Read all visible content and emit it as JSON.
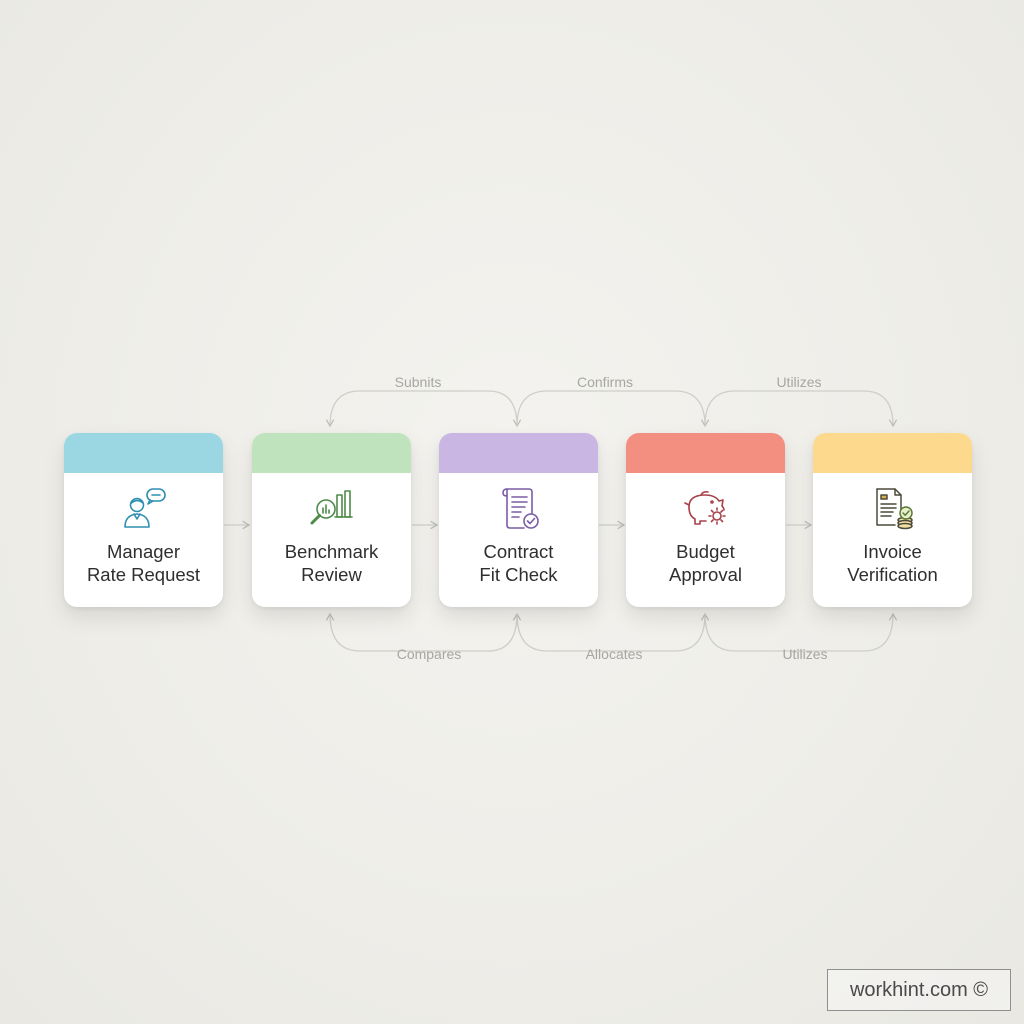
{
  "steps": [
    {
      "title_line1": "Manager",
      "title_line2": "Rate Request",
      "header_color": "#9ad7e2",
      "icon": "person-chat-icon"
    },
    {
      "title_line1": "Benchmark",
      "title_line2": "Review",
      "header_color": "#bfe3bd",
      "icon": "magnifier-chart-icon"
    },
    {
      "title_line1": "Contract",
      "title_line2": "Fit Check",
      "header_color": "#c9b6e2",
      "icon": "contract-check-icon"
    },
    {
      "title_line1": "Budget",
      "title_line2": "Approval",
      "header_color": "#f28f80",
      "icon": "piggy-bank-gear-icon"
    },
    {
      "title_line1": "Invoice",
      "title_line2": "Verification",
      "header_color": "#fcd98d",
      "icon": "invoice-coins-icon"
    }
  ],
  "connectors_top": [
    "Subnits",
    "Confirms",
    "Utilizes"
  ],
  "connectors_bottom": [
    "Compares",
    "Allocates",
    "Utilizes"
  ],
  "watermark": "workhint.com ©"
}
